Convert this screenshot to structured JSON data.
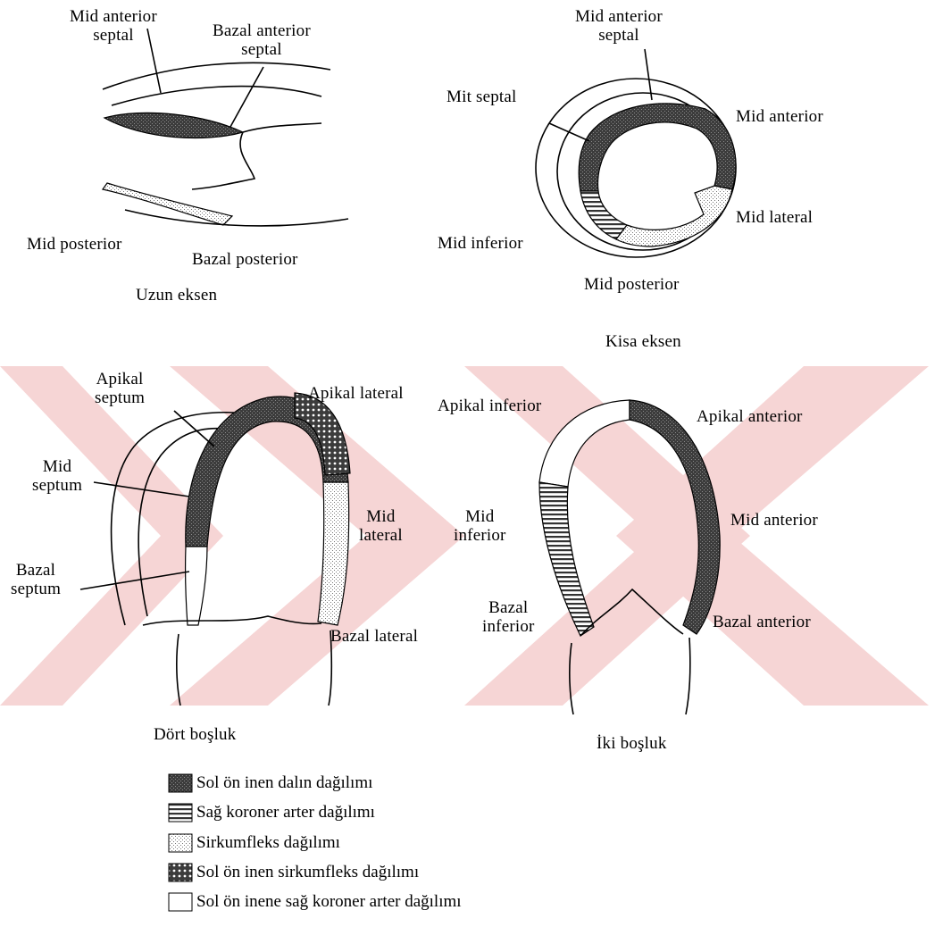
{
  "colors": {
    "watermark": "#f6d5d5",
    "lad": "#4a4a4a",
    "rca": "#8a8a8a",
    "circ": "#d2d2d2",
    "lad_circ": "#6c6c6c",
    "lad_rca": "#ffffff"
  },
  "long_axis": {
    "title": "Uzun eksen",
    "mid_anterior_septal": "Mid anterior\nseptal",
    "bazal_anterior_septal": "Bazal anterior\nseptal",
    "mid_posterior": "Mid posterior",
    "bazal_posterior": "Bazal posterior"
  },
  "short_axis": {
    "title": "Kisa eksen",
    "mid_anterior_septal": "Mid anterior\nseptal",
    "mit_septal": "Mit septal",
    "mid_anterior": "Mid anterior",
    "mid_lateral": "Mid lateral",
    "mid_inferior": "Mid inferior",
    "mid_posterior": "Mid posterior"
  },
  "four_chamber": {
    "title": "Dört boşluk",
    "apikal_septum": "Apikal\nseptum",
    "apikal_lateral": "Apikal lateral",
    "mid_septum": "Mid\nseptum",
    "mid_lateral": "Mid\nlateral",
    "bazal_septum": "Bazal\nseptum",
    "bazal_lateral": "Bazal lateral"
  },
  "two_chamber": {
    "title": "İki boşluk",
    "apikal_inferior": "Apikal inferior",
    "apikal_anterior": "Apikal anterior",
    "mid_inferior": "Mid\ninferior",
    "mid_anterior": "Mid anterior",
    "bazal_inferior": "Bazal\ninferior",
    "bazal_anterior": "Bazal anterior"
  },
  "legend": [
    {
      "label": "Sol ön inen dalın dağılımı",
      "pattern": "lad"
    },
    {
      "label": "Sağ koroner arter dağılımı",
      "pattern": "rca"
    },
    {
      "label": "Sirkumfleks dağılımı",
      "pattern": "circ"
    },
    {
      "label": "Sol ön inen sirkumfleks dağılımı",
      "pattern": "lad_circ"
    },
    {
      "label": "Sol ön inene sağ koroner arter dağılımı",
      "pattern": "lad_rca"
    }
  ]
}
